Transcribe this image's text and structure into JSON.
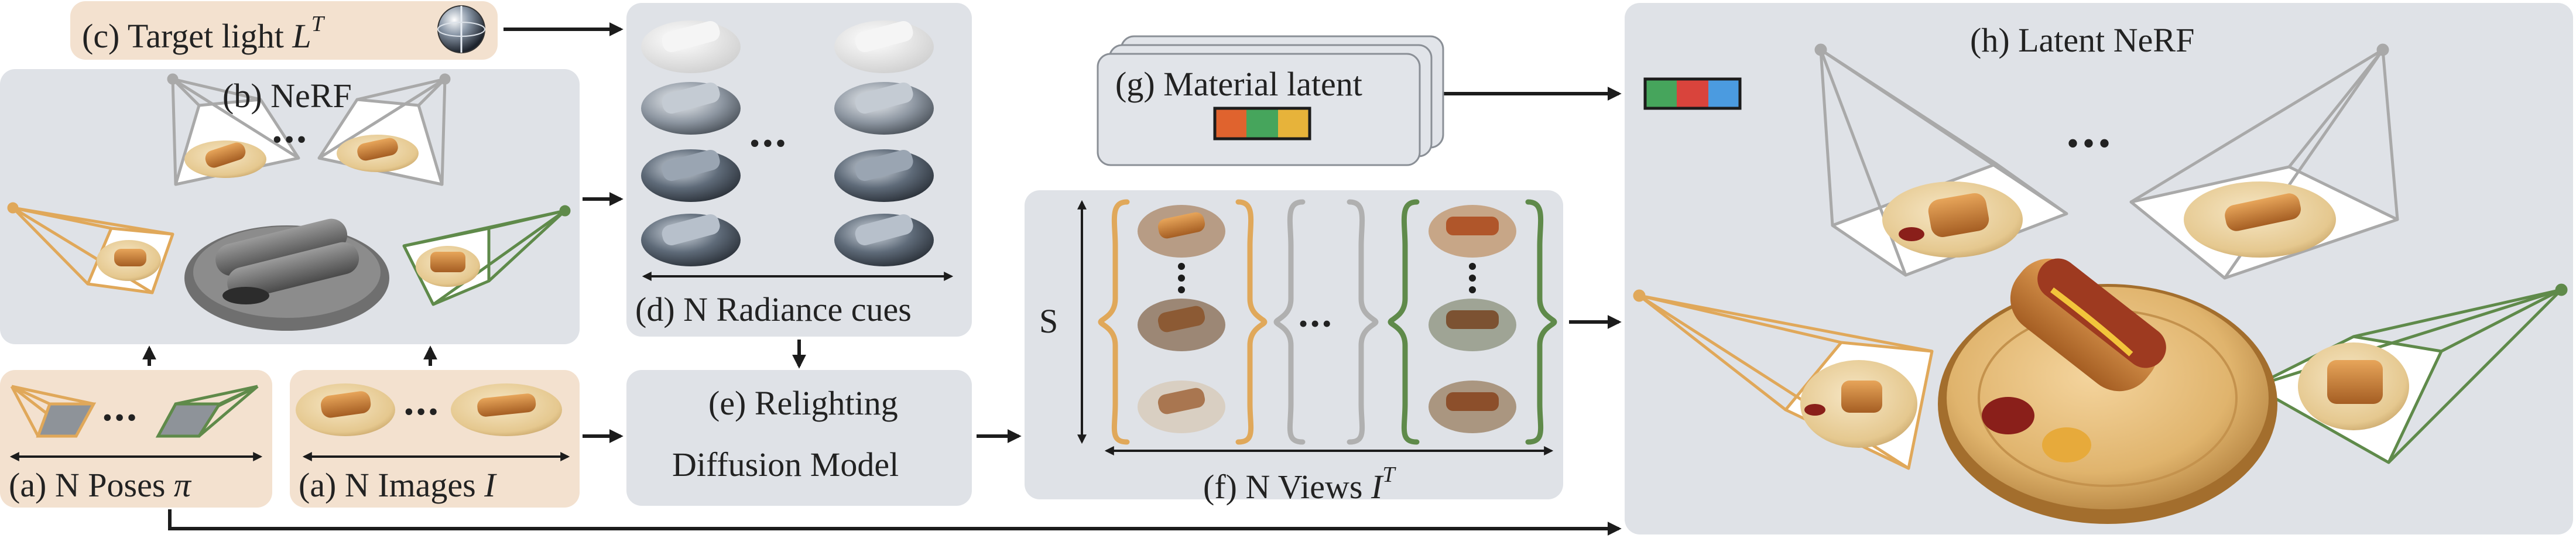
{
  "panels": {
    "target_light": {
      "text": "(c) Target light ",
      "var": "L",
      "sup": "T"
    },
    "nerf": {
      "text": "(b) NeRF",
      "dots": "•••"
    },
    "radiance_cues": {
      "text": "(d) N Radiance cues",
      "dots": "•••"
    },
    "relighting": {
      "line1": "(e) Relighting",
      "line2": "Diffusion Model"
    },
    "views": {
      "text": "(f) N Views ",
      "var": "I",
      "sup": "T",
      "s_axis": "S",
      "dots": "•••"
    },
    "material_latent": {
      "text": "(g) Material latent"
    },
    "latent_nerf": {
      "text": "(h) Latent NeRF",
      "dots": "•••"
    },
    "poses": {
      "text": "(a) N Poses ",
      "var": "π",
      "dots": "•••"
    },
    "images": {
      "text": "(a) N Images ",
      "var": "I",
      "dots": "•••"
    }
  },
  "colors": {
    "panel_grey": "#dfe2e7",
    "panel_peach": "#f3e1cf",
    "orange": "#e0a85a",
    "green": "#5f8a4a",
    "grey_line": "#a9a9a9",
    "latent_orange": "#e0632e",
    "latent_green": "#46a55c",
    "latent_yellow": "#e7b33a",
    "latent_red": "#d9443c",
    "latent_blue": "#4b9be0"
  }
}
